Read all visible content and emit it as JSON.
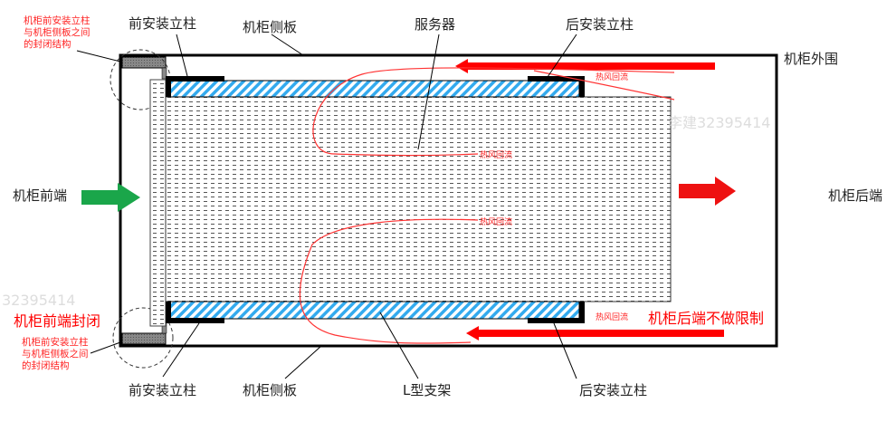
{
  "labels": {
    "front_post_top": "前安装立柱",
    "side_panel_top": "机柜侧板",
    "server": "服务器",
    "rear_post_top": "后安装立柱",
    "cabinet_perimeter": "机柜外围",
    "cabinet_front": "机柜前端",
    "cabinet_rear": "机柜后端",
    "front_closed": "机柜前端封闭",
    "rear_unrestricted": "机柜后端不做限制",
    "seal_note_top": "机柜前安装立柱\n与机柜侧板之间\n的封闭结构",
    "seal_note_bottom": "机柜前安装立柱\n与机柜侧板之间\n的封闭结构",
    "front_post_bottom": "前安装立柱",
    "side_panel_bottom": "机柜侧板",
    "l_bracket": "L型支架",
    "rear_post_bottom": "后安装立柱",
    "hot_air_1": "热风回流",
    "hot_air_2": "热风回流",
    "hot_air_3": "热风回流",
    "hot_air_4": "热风回流"
  },
  "watermarks": [
    "李建32395414",
    "32395414"
  ],
  "colors": {
    "intake_arrow": "#1aa64a",
    "exhaust_arrow": "#ee1111",
    "bracket_hatch": "#33aaee",
    "seal": "#777777"
  }
}
